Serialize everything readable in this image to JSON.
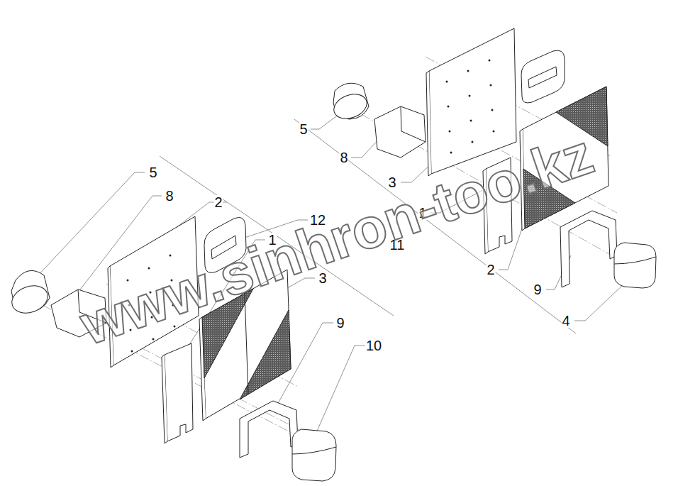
{
  "diagram": {
    "labels": [
      "5",
      "8",
      "3",
      "1",
      "11",
      "2",
      "9",
      "4",
      "5",
      "8",
      "2",
      "12",
      "1",
      "3",
      "9",
      "10",
      "www.sinhron-too.kz"
    ]
  }
}
